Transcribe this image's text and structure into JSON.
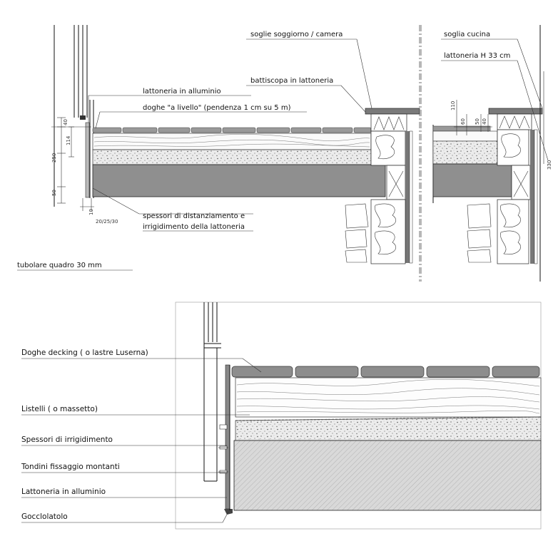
{
  "top_detail": {
    "labels": {
      "soglie_soggiorno": "soglie soggiorno / camera",
      "battiscopa": "battiscopa in lattoneria",
      "lattoneria_alluminio": "lattoneria in alluminio",
      "doghe_livello": "doghe \"a livello\" (pendenza 1 cm su 5 m)",
      "spessori_line1": "spessori di distanziamento e",
      "spessori_line2": "irrigidimento della lattoneria",
      "tubolare": "tubolare quadro 30 mm",
      "soglia_cucina": "soglia cucina",
      "lattoneria_h33": "lattoneria H 33 cm"
    },
    "dimensions": {
      "d40": "40",
      "d114": "114",
      "d250": "250",
      "d50": "50",
      "d10": "10",
      "d202530": "20/25/30",
      "r110": "110",
      "r60": "60",
      "r50": "50",
      "r40": "40",
      "r330": "330"
    }
  },
  "bottom_detail": {
    "labels": {
      "doghe_decking": "Doghe decking ( o lastre Luserna)",
      "listelli": "Listelli ( o massetto)",
      "spessori": "Spessori di irrigidimento",
      "tondini": "Tondini fissaggio montanti",
      "lattoneria": "Lattoneria in alluminio",
      "gocciolatoio": "Gocclolatolo"
    }
  }
}
